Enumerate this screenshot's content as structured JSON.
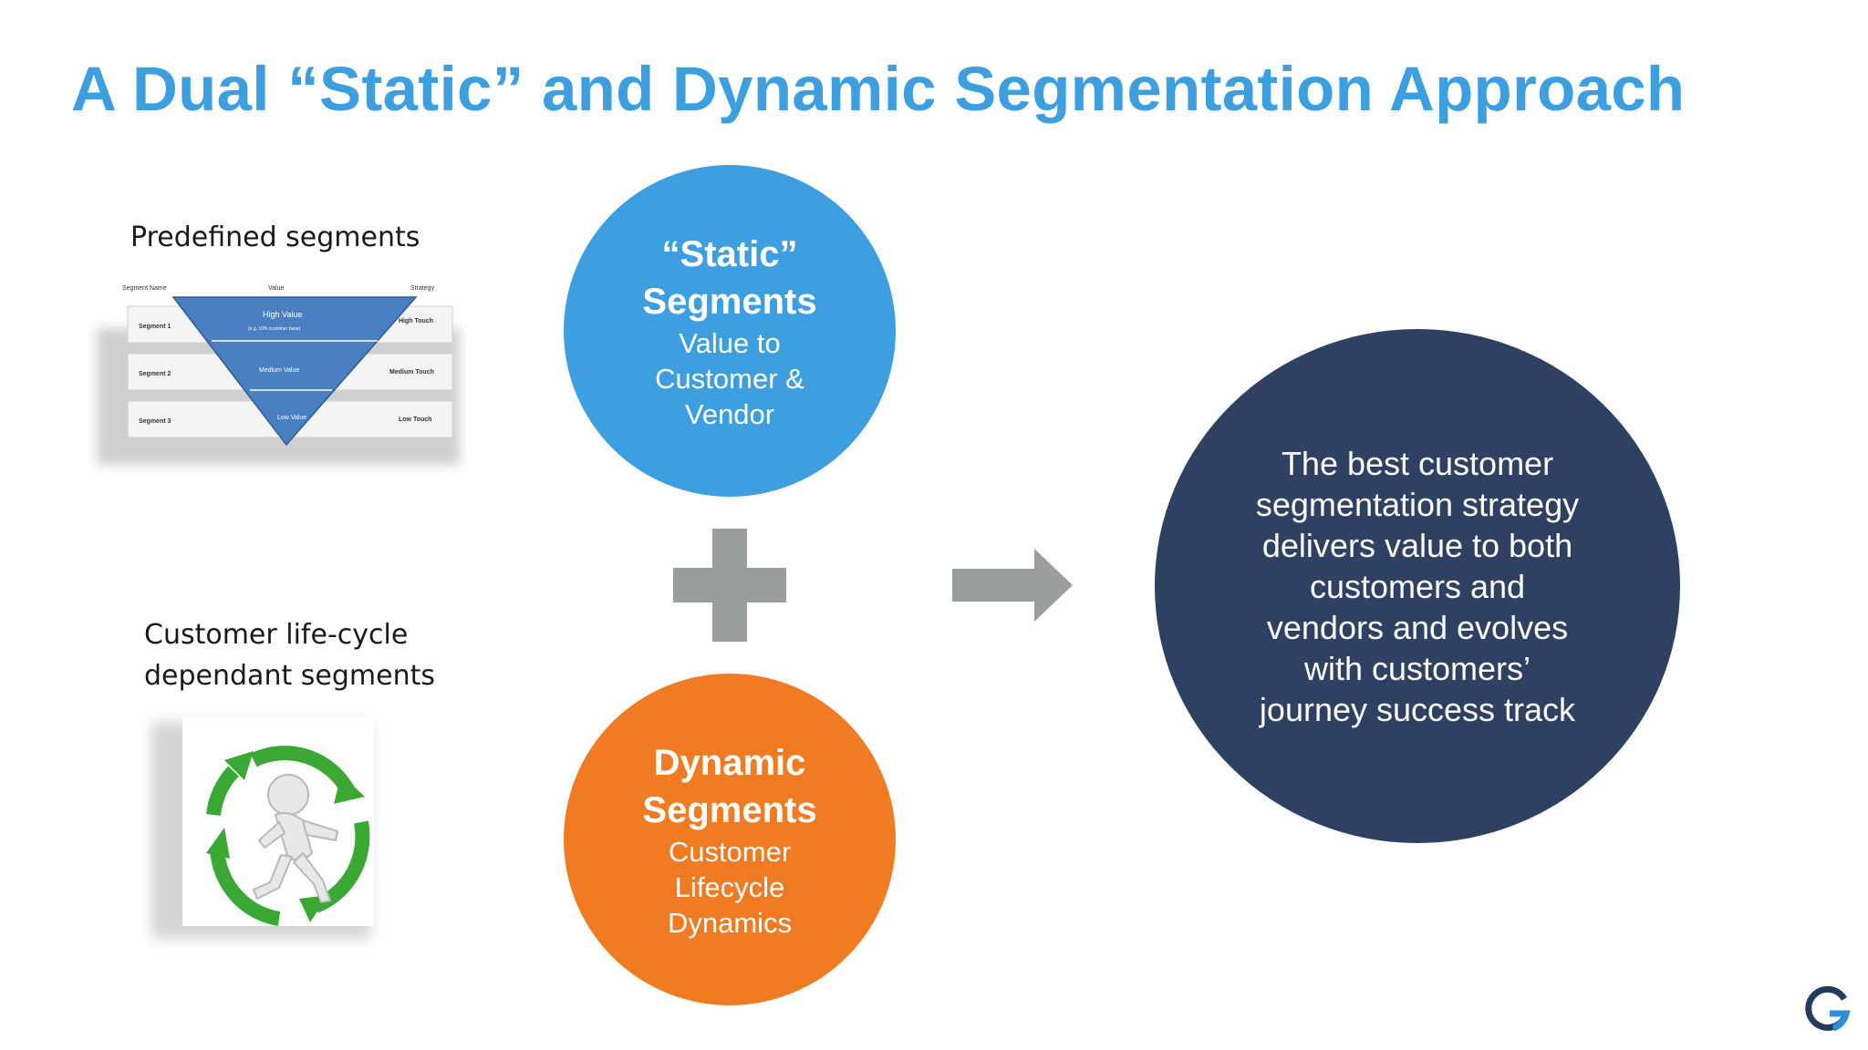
{
  "slide": {
    "title": "A Dual “Static” and Dynamic Segmentation Approach"
  },
  "left_panel": {
    "predefined_caption": "Predefined segments",
    "lifecycle_caption_line1": "Customer life-cycle",
    "lifecycle_caption_line2": "dependant segments"
  },
  "pyramid": {
    "header_left": "Segment Name",
    "header_mid": "Value",
    "header_right": "Strategy",
    "rows": [
      {
        "segment": "Segment 1",
        "value": "High Value",
        "note": "(e.g. 10% customer base)",
        "touch": "High Touch"
      },
      {
        "segment": "Segment 2",
        "value": "Medium Value",
        "touch": "Medium Touch"
      },
      {
        "segment": "Segment 3",
        "value": "Low Value",
        "touch": "Low Touch"
      }
    ]
  },
  "static_circle": {
    "heading_line1": "“Static”",
    "heading_line2": "Segments",
    "sub_line1": "Value to",
    "sub_line2": "Customer &",
    "sub_line3": "Vendor",
    "color": "#3d9fe0"
  },
  "dynamic_circle": {
    "heading_line1": "Dynamic",
    "heading_line2": "Segments",
    "sub_line1": "Customer",
    "sub_line2": "Lifecycle",
    "sub_line3": "Dynamics",
    "color": "#f07b22"
  },
  "result_circle": {
    "lines": [
      "The best customer",
      "segmentation strategy",
      "delivers value to both",
      "customers and",
      "vendors and evolves",
      "with customers’",
      "journey success track"
    ],
    "color": "#2e4163"
  },
  "icons": {
    "plus": "plus-icon",
    "arrow": "arrow-right-icon",
    "logo": "g-logo-icon"
  }
}
